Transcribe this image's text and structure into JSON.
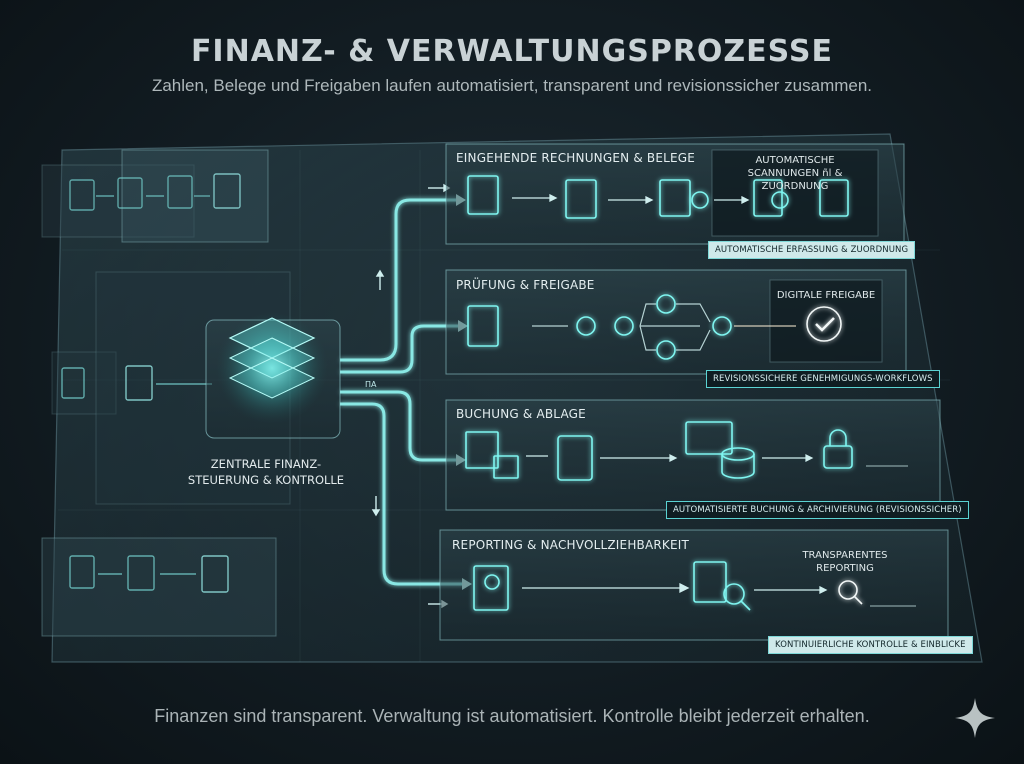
{
  "header": {
    "title": "FINANZ- & VERWALTUNGSPROZESSE",
    "subtitle": "Zahlen, Belege und Freigaben laufen automatisiert, transparent und revisionssicher zusammen."
  },
  "center": {
    "label_line1": "ZENTRALE FINANZ-",
    "label_line2": "STEUERUNG & KONTROLLE",
    "connector_label": "ПА"
  },
  "panels": [
    {
      "title": "EINGEHENDE RECHNUNGEN & BELEGE",
      "highlight_line1": "AUTOMATISCHE",
      "highlight_line2": "SCANNUNGEN ñl & ZUORDNUNG",
      "caption": "AUTOMATISCHE ERFASSUNG & ZUORDNUNG"
    },
    {
      "title": "PRÜFUNG & FREIGABE",
      "highlight_line1": "DIGITALE FREIGABE",
      "caption": "REVISIONSSICHERE GENEHMIGUNGS-WORKFLOWS"
    },
    {
      "title": "BUCHUNG & ABLAGE",
      "caption": "AUTOMATISIERTE BUCHUNG & ARCHIVIERUNG (REVISIONSSICHER)"
    },
    {
      "title": "REPORTING & NACHVOLLZIEHBARKEIT",
      "highlight_line1": "TRANSPARENTES",
      "highlight_line2": "REPORTING",
      "caption": "KONTINUIERLICHE KONTROLLE & EINBLICKE"
    }
  ],
  "footer": {
    "text": "Finanzen sind transparent. Verwaltung ist automatisiert. Kontrolle bleibt jederzeit erhalten."
  },
  "colors": {
    "accent": "#5fe3e0",
    "glow": "#7ff5f0",
    "panel_bg": "#1c2c33",
    "text": "#dfe8ea"
  }
}
